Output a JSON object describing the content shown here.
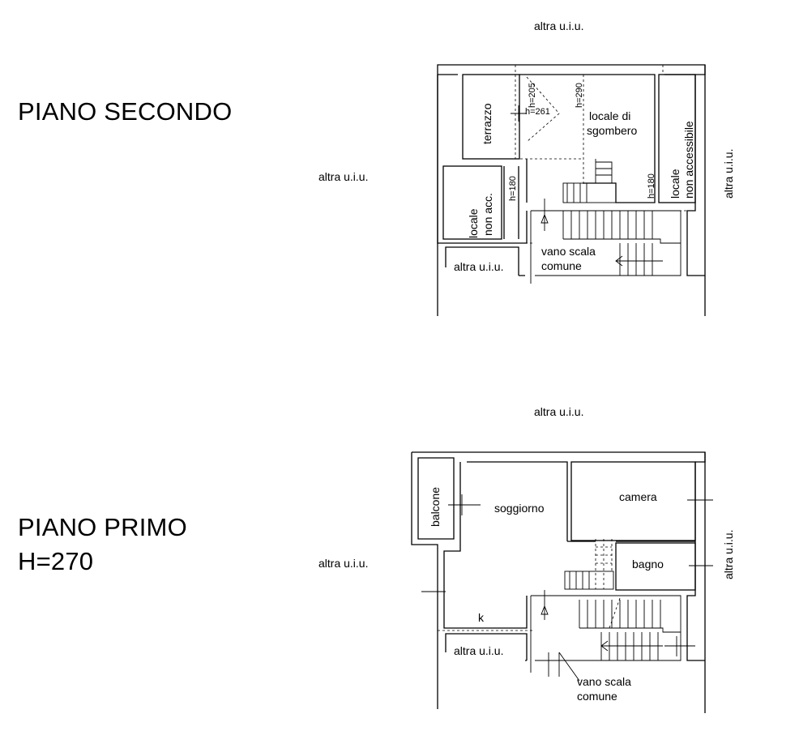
{
  "floors": {
    "second": {
      "title": "PIANO SECONDO",
      "labels": {
        "top_neighbor": "altra u.i.u.",
        "left_neighbor": "altra u.i.u.",
        "right_neighbor": "altra u.i.u.",
        "bottom_neighbor": "altra u.i.u.",
        "terrace": "terrazzo",
        "storage_line1": "locale di",
        "storage_line2": "sgombero",
        "nonacc_line1": "locale",
        "nonacc_line2": "non accessibile",
        "small_nonacc_line1": "locale",
        "small_nonacc_line2": "non acc.",
        "stair_line1": "vano scala",
        "stair_line2": "comune"
      },
      "heights": {
        "h205": "h=205",
        "h261": "h=261",
        "h290": "h=290",
        "h180_left": "h=180",
        "h180_right": "h=180"
      }
    },
    "first": {
      "title": "PIANO PRIMO",
      "height_label": "H=270",
      "labels": {
        "top_neighbor": "altra u.i.u.",
        "left_neighbor": "altra u.i.u.",
        "right_neighbor": "altra u.i.u.",
        "bottom_neighbor": "altra u.i.u.",
        "balcony": "balcone",
        "living": "soggiorno",
        "bedroom": "camera",
        "bathroom": "bagno",
        "kitchen": "k",
        "stair_line1": "vano scala",
        "stair_line2": "comune"
      }
    }
  }
}
